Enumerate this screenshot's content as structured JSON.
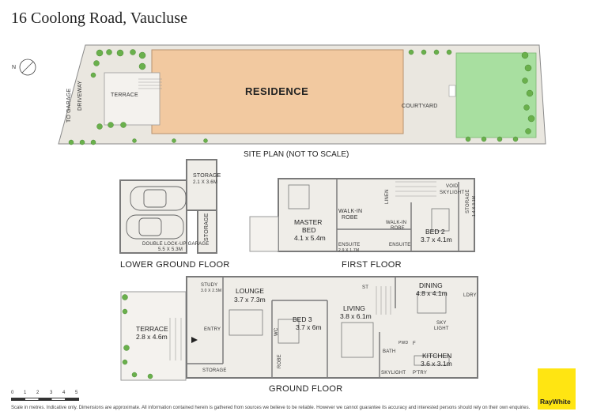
{
  "title": "16 Coolong Road, Vaucluse",
  "site_plan": {
    "residence": "RESIDENCE",
    "terrace": "TERRACE",
    "driveway": "DRIVEWAY",
    "to_garage": "TO GARAGE",
    "courtyard": "COURTYARD",
    "caption": "SITE PLAN (NOT TO SCALE)",
    "compass": "N"
  },
  "lower_ground": {
    "caption": "LOWER GROUND FLOOR",
    "storage_top": "STORAGE",
    "storage_top_dim": "2.1 x 3.6m",
    "storage_side": "STORAGE",
    "garage": "DOUBLE LOCK-UP GARAGE",
    "garage_dim": "5.5 x 5.3m"
  },
  "first_floor": {
    "caption": "FIRST FLOOR",
    "master_bed": "MASTER",
    "master_bed_2": "BED",
    "master_dim": "4.1 x 5.4m",
    "walkin_1": "WALK-IN",
    "robe_1": "ROBE",
    "linen": "LINEN",
    "void": "VOID",
    "skylight": "SKYLIGHT",
    "walkin_2": "WALK-IN",
    "robe_2": "ROBE",
    "bed2": "BED 2",
    "bed2_dim": "3.7 x 4.1m",
    "storage": "STORAGE",
    "storage_dim": "1.4 x 3.1m",
    "ensuite_1": "ENSUITE",
    "ensuite_1_dim": "2.9 x 1.7m",
    "ensuite_2": "ENSUITE"
  },
  "ground_floor": {
    "caption": "GROUND FLOOR",
    "study": "STUDY",
    "study_dim": "3.0 x 2.5m",
    "lounge": "LOUNGE",
    "lounge_dim": "3.7 x 7.3m",
    "terrace": "TERRACE",
    "terrace_dim": "2.8 x 4.6m",
    "entry": "ENTRY",
    "storage": "STORAGE",
    "wc": "WC",
    "robe": "ROBE",
    "bed3": "BED 3",
    "bed3_dim": "3.7 x 6m",
    "living": "LIVING",
    "living_dim": "3.8 x 6.1m",
    "st": "ST",
    "dining": "DINING",
    "dining_dim": "4.8 x 4.1m",
    "ldry": "LDRY",
    "skylight_1": "SKY",
    "skylight_1b": "LIGHT",
    "bath": "BATH",
    "pwd": "PWD",
    "fridge": "F",
    "kitchen": "KITCHEN",
    "kitchen_dim": "3.6 x 3.1m",
    "skylight_2": "SKYLIGHT",
    "pantry": "P'TRY"
  },
  "scale": [
    "0",
    "1",
    "2",
    "3",
    "4",
    "5"
  ],
  "footer": "Scale in metres. Indicative only. Dimensions are approximate. All information contained herein is gathered from sources we believe to be reliable. However we cannot guarantee its accuracy and interested persons should rely on their own enquiries.",
  "brand": "RayWhite",
  "colors": {
    "residence": "#f2c9a0",
    "lawn": "#a8dfa0",
    "tree": "#6ab04c",
    "paving": "#eae7e0",
    "floor": "#efede8",
    "wall": "#8a8a8a",
    "brand": "#ffe512"
  }
}
